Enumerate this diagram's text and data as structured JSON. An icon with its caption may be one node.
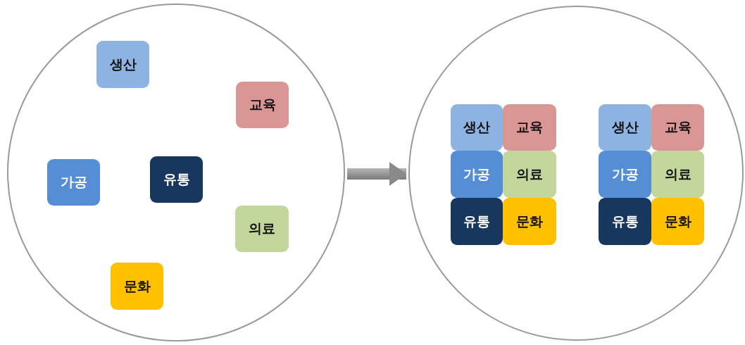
{
  "diagram": {
    "nodes": [
      {
        "text": [],
        "shape": "circle"
      },
      {
        "text": [
          "생산"
        ],
        "in": 0
      },
      {
        "text": [
          "교육"
        ],
        "in": 0
      },
      {
        "text": [
          "가공"
        ],
        "in": 0
      },
      {
        "text": [
          "유통"
        ],
        "in": 0
      },
      {
        "text": [
          "의료"
        ],
        "in": 0
      },
      {
        "text": [
          "문화"
        ],
        "in": 0
      },
      {
        "text": [],
        "shape": "circle"
      },
      {
        "text": [
          "생산"
        ],
        "in": 7
      },
      {
        "text": [
          "교육"
        ],
        "in": 7
      },
      {
        "text": [
          "가공"
        ],
        "in": 7
      },
      {
        "text": [
          "의료"
        ],
        "in": 7
      },
      {
        "text": [
          "유통"
        ],
        "in": 7
      },
      {
        "text": [
          "문화"
        ],
        "in": 7
      },
      {
        "text": [
          "생산"
        ],
        "in": 7
      },
      {
        "text": [
          "교육"
        ],
        "in": 7
      },
      {
        "text": [
          "가공"
        ],
        "in": 7
      },
      {
        "text": [
          "의료"
        ],
        "in": 7
      },
      {
        "text": [
          "유통"
        ],
        "in": 7
      },
      {
        "text": [
          "문화"
        ],
        "in": 7
      }
    ],
    "edges": [
      {
        "from": 0,
        "to": 7,
        "arrow": "to"
      }
    ]
  }
}
